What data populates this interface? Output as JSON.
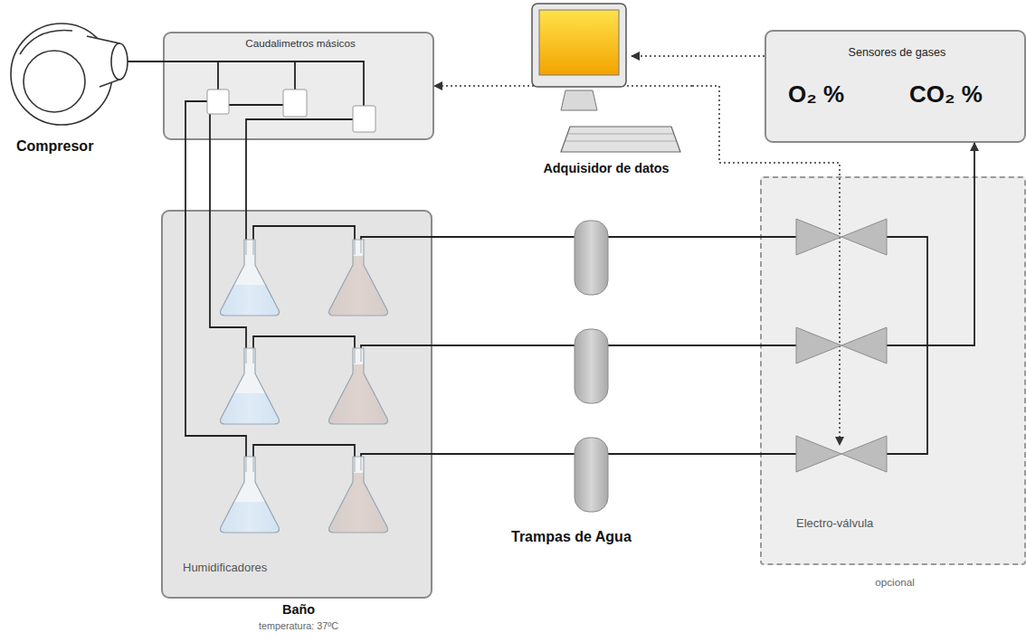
{
  "diagram": {
    "nodes": [
      {
        "text": [
          "Caudalimetros másicos"
        ]
      },
      {
        "text": [
          "Sensores de gases",
          "O₂ %",
          "CO₂ %"
        ]
      },
      {
        "text": [
          "Adquisidor de datos"
        ]
      },
      {
        "text": [
          "Compresor"
        ]
      },
      {
        "text": [
          "Humidificadores",
          "Baño",
          "temperatura: 37ºC"
        ]
      },
      {
        "text": [
          "Electro-válvula",
          "opcional"
        ]
      }
    ],
    "edges": [
      {
        "from": 3,
        "to": 0,
        "arrow": "none"
      },
      {
        "from": 0,
        "to": 4,
        "arrow": "none"
      },
      {
        "from": 4,
        "to": 5,
        "arrow": "none"
      },
      {
        "from": 1,
        "to": 2,
        "arrow": "to"
      },
      {
        "from": 2,
        "to": 0,
        "arrow": "to"
      },
      {
        "from": 2,
        "to": 5,
        "arrow": "to"
      },
      {
        "from": 5,
        "to": 1,
        "arrow": "to"
      }
    ],
    "labels": [
      "Trampas de Agua"
    ]
  }
}
